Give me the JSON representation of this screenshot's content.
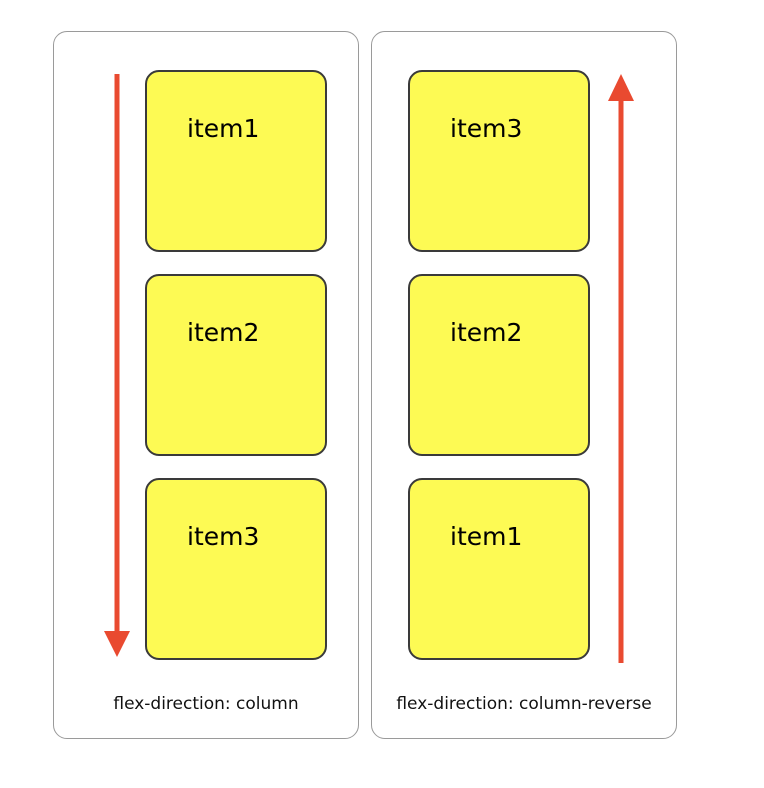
{
  "colors": {
    "item_fill": "#fdfa54",
    "item_border": "#3a3a3a",
    "arrow": "#e94a30",
    "panel_border": "#9a9a9a"
  },
  "panels": [
    {
      "caption": "flex-direction: column",
      "arrow_direction": "down",
      "items": [
        "item1",
        "item2",
        "item3"
      ]
    },
    {
      "caption": "flex-direction: column-reverse",
      "arrow_direction": "up",
      "items": [
        "item3",
        "item2",
        "item1"
      ]
    }
  ]
}
